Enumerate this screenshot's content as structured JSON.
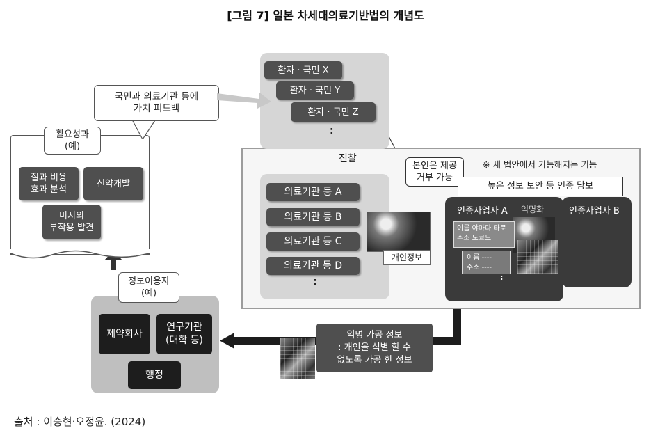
{
  "title": "[그림 7] 일본 차세대의료기반법의 개념도",
  "source": "출처 : 이승현·오정윤. (2024)",
  "patients": [
    "환자 · 국민 X",
    "환자 · 국민 Y",
    "환자 · 국민 Z"
  ],
  "patients_ellipsis": ":",
  "consult_label": "진찰",
  "institutions": [
    "의료기관 등 A",
    "의료기관 등 B",
    "의료기관 등 C",
    "의료기관 등 D"
  ],
  "institutions_ellipsis": ":",
  "personal_info_label": "개인정보",
  "feedback_callout": "국민과 의료기관 등에\n가치 피드백",
  "outcomes_callout": "활요성과\n(예)",
  "outcomes": [
    "질과 비용\n효과 분석",
    "신약개발",
    "미지의\n부작용 발견"
  ],
  "refusal_callout": "본인은 제공\n거부 가능",
  "new_law_note": "※ 새 법안에서 가능해지는 기능",
  "security_label": "높은 정보 보안 등 인증 담보",
  "operator_a": "인증사업자 A",
  "anonymize_label": "익명화",
  "operator_b": "인증사업자 B",
  "record_card_1": "이름 야마다 타로\n주소 도쿄도",
  "record_card_2": "이름 ----\n주소 ----",
  "record_ellipsis": ":",
  "anon_info": "익명 가공 정보\n: 개인을 식별 할 수\n없도록 가공 한 정보",
  "users_callout": "정보이용자\n(예)",
  "users": [
    "제약회사",
    "연구기관\n(대학 등)",
    "행정"
  ]
}
